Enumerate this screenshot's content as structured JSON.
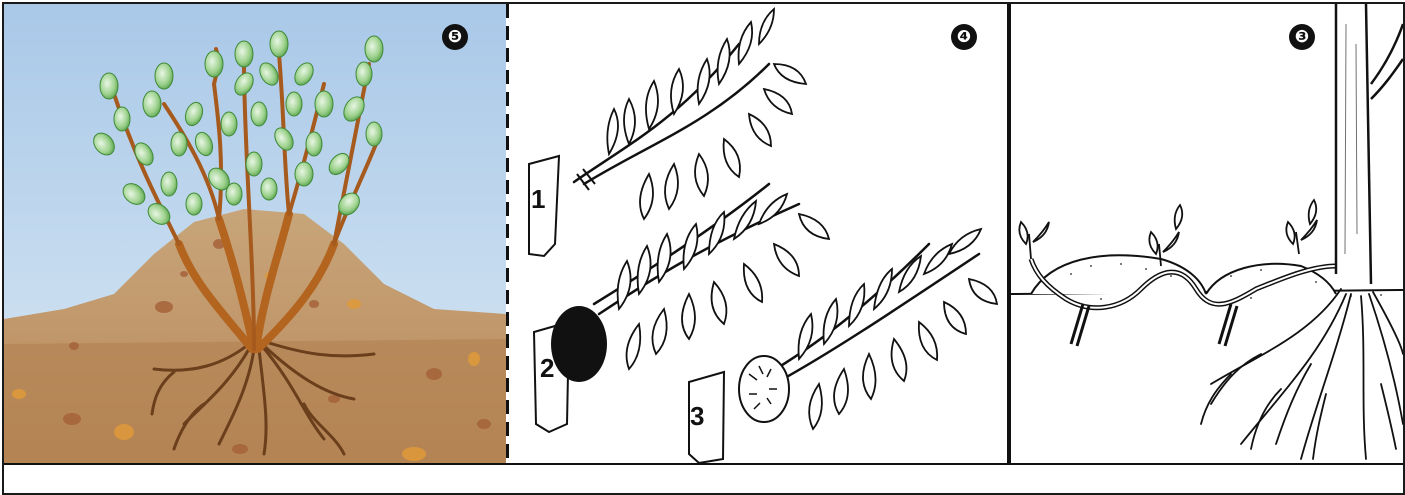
{
  "panels": [
    {
      "id": "mound-layering",
      "badge": "❺"
    },
    {
      "id": "cuttings",
      "badge": "❹",
      "labels": [
        "1",
        "2",
        "3"
      ]
    },
    {
      "id": "serpentine-layering",
      "badge": "❸"
    }
  ]
}
